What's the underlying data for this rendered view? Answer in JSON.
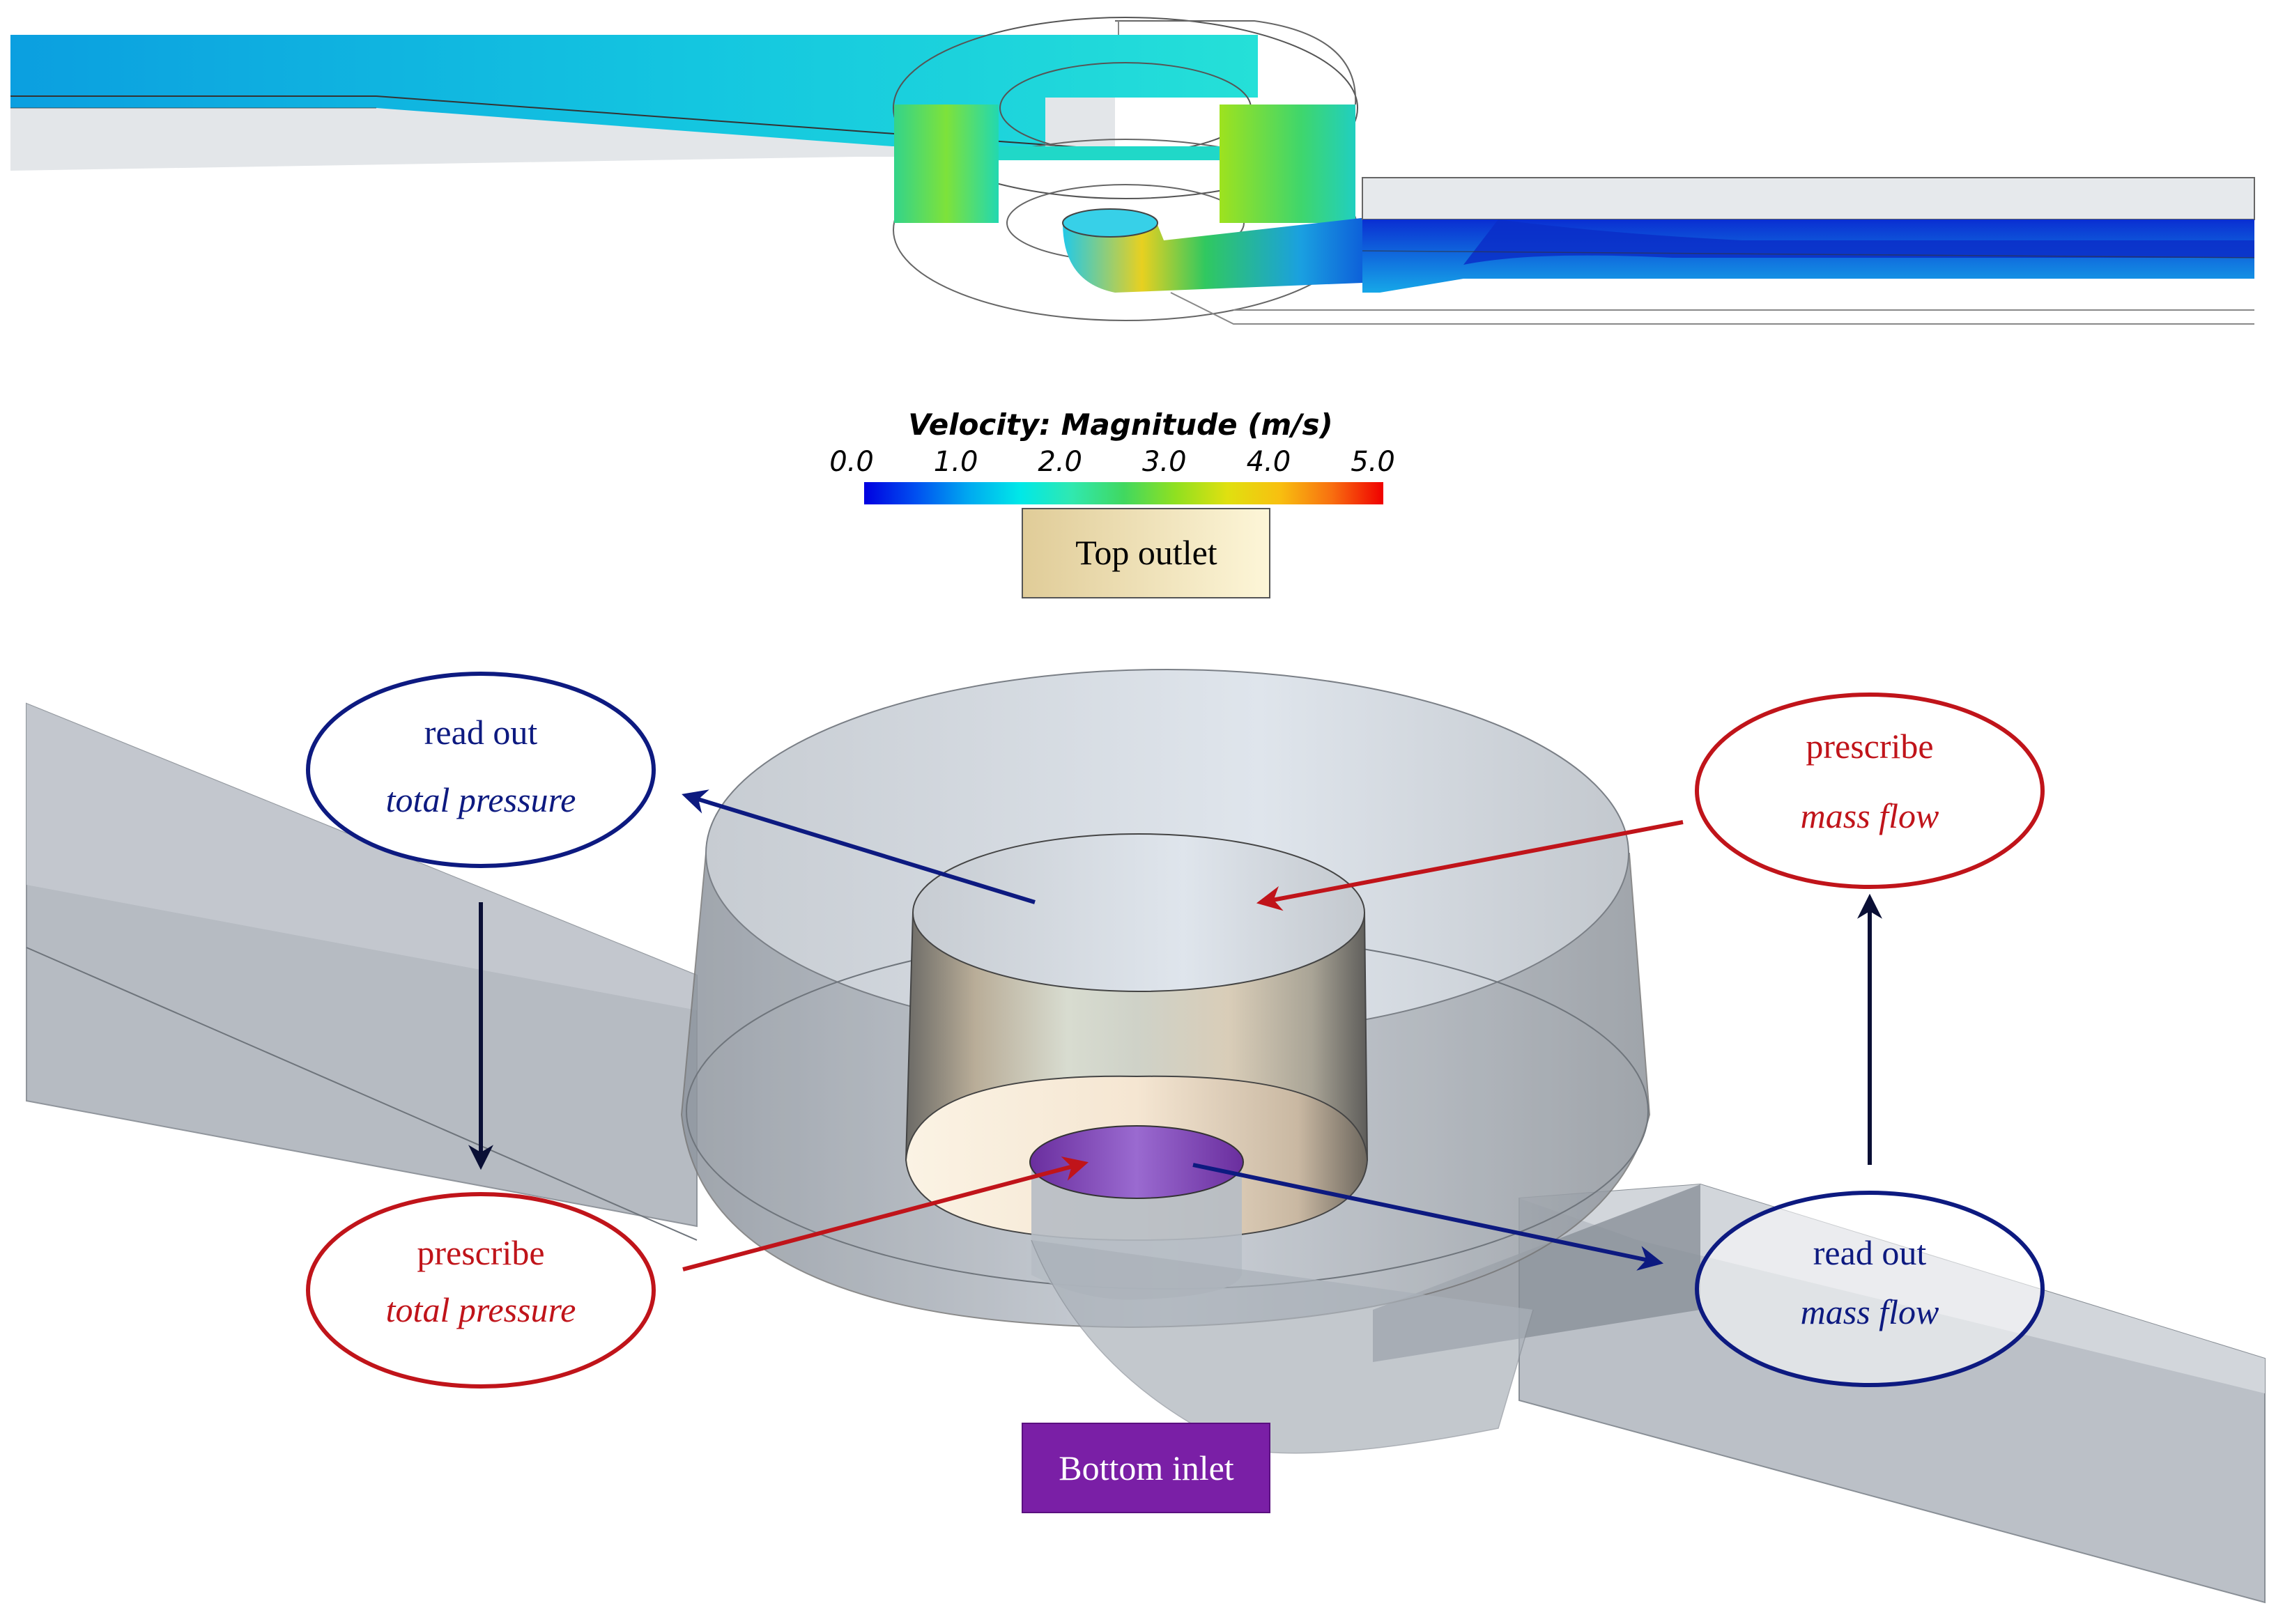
{
  "colorbar": {
    "title": "Velocity: Magnitude (m/s)",
    "ticks": [
      "0.0",
      "1.0",
      "2.0",
      "3.0",
      "4.0",
      "5.0"
    ],
    "range": [
      0.0,
      5.0
    ]
  },
  "labels": {
    "top_outlet": "Top outlet",
    "bottom_inlet": "Bottom inlet"
  },
  "bubbles": {
    "top_left": {
      "line1": "read out",
      "line2": "total pressure"
    },
    "top_right": {
      "line1": "prescribe",
      "line2": "mass flow"
    },
    "bottom_left": {
      "line1": "prescribe",
      "line2": "total pressure"
    },
    "bottom_right": {
      "line1": "read out",
      "line2": "mass flow"
    }
  },
  "colors": {
    "red": "#c0141a",
    "blue": "#0d1a80",
    "arrow_dark": "#0a0f35",
    "inlet_purple": "#7a1fa6",
    "outlet_tan": "#efe0b4"
  }
}
